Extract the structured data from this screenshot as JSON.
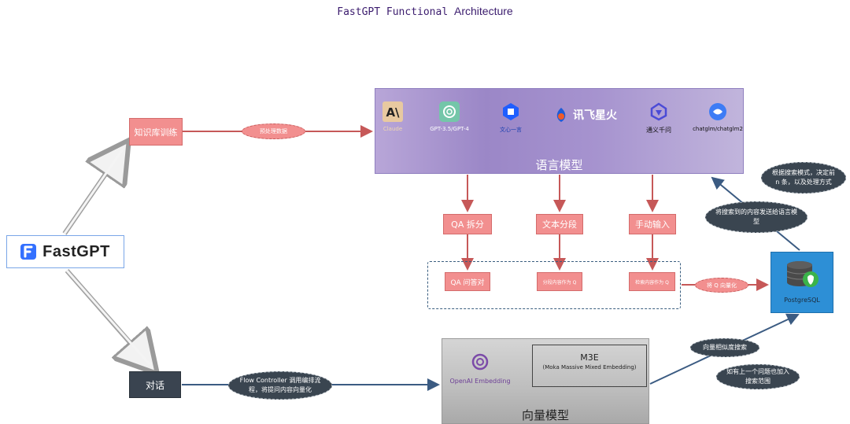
{
  "diagram": {
    "title_mono": "FastGPT Functional",
    "title_tail": "Architecture",
    "fastgpt_label": "FastGPT",
    "kb_training": "知识库训练",
    "duihua": "对话",
    "preprocess": "预处理数据",
    "flow_controller": "Flow Controller 调用编排流程，将提问内容向量化",
    "llm_label": "语言模型",
    "models": {
      "claude": "Claude",
      "gpt": "GPT-3.5/GPT-4",
      "wenxin": "文心一言",
      "xunfei": "讯飞星火",
      "tongyi": "通义千问",
      "chatglm": "chatglm/chatglm2"
    },
    "split_qa": "QA 拆分",
    "split_text": "文本分段",
    "manual_input": "手动输入",
    "qa_pair": "QA 问答对",
    "seg_as_q": "分段内容作为 Q",
    "check_as_q": "检索内容作为 Q",
    "vectorize_q": "将 Q 向量化",
    "postgres": "PostgreSQL",
    "topn_note": "根据搜索模式，决定前 n 条，以及处理方式",
    "send_note": "将搜索到的内容发送给语言模型",
    "similarity": "向量相似度搜索",
    "prev_question": "如有上一个问题也加入搜索范围",
    "vector_label": "向量模型",
    "openai_embedding": "OpenAI Embedding",
    "m3e_title": "M3E",
    "m3e_sub": "(Moka Massive Mixed Embedding)"
  },
  "colors": {
    "red_box": "#f28f8f",
    "dark_box": "#3a4450",
    "llm_purple": "#a693cf",
    "postgres_blue": "#2d8fd6",
    "group_dashed": "#3b5f80"
  }
}
